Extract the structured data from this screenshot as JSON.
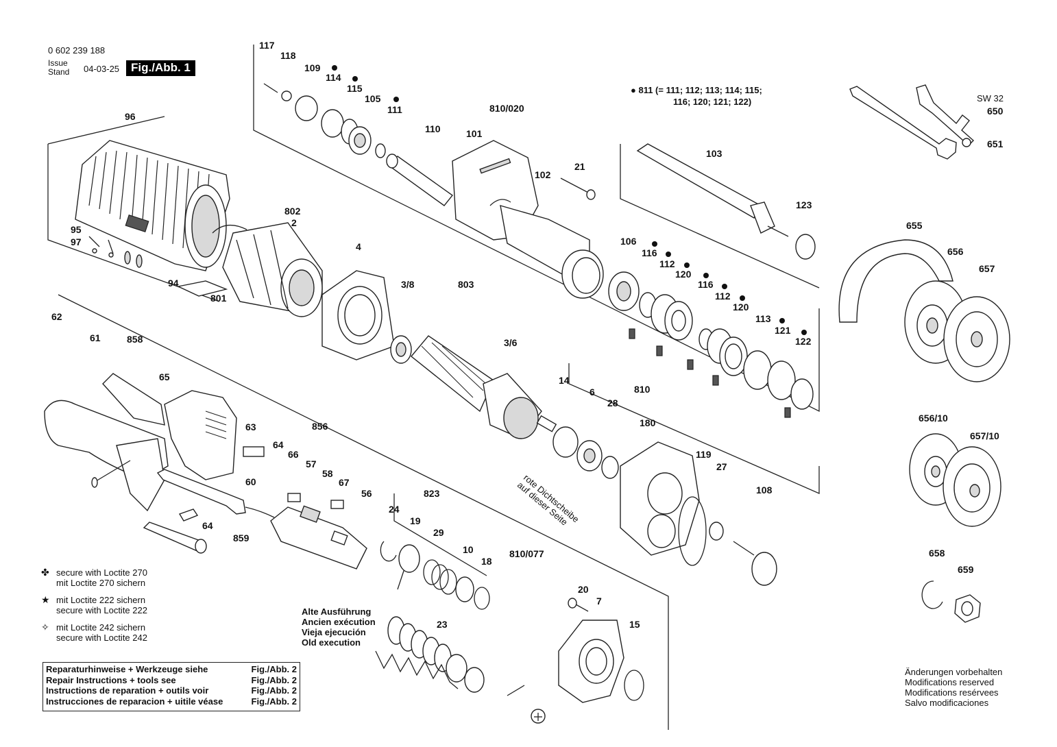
{
  "header": {
    "doc_number": "0 602 239 188",
    "issue_label_1": "Issue",
    "issue_label_2": "Stand",
    "issue_date": "04-03-25",
    "figure_label": "Fig./Abb. 1"
  },
  "kit_note": {
    "line1": "● 811 (= 111; 112; 113; 114; 115;",
    "line2": "116; 120; 121; 122)"
  },
  "legend": [
    {
      "symbol": "✤",
      "icon": "loctite-270-icon",
      "line1": "secure with Loctite 270",
      "line2": "mit Loctite 270 sichern"
    },
    {
      "symbol": "★",
      "icon": "loctite-222-icon",
      "line1": "mit Loctite 222 sichern",
      "line2": "secure with Loctite 222"
    },
    {
      "symbol": "✧",
      "icon": "loctite-242-icon",
      "line1": "mit Loctite 242 sichern",
      "line2": "secure with Loctite 242"
    }
  ],
  "old_execution": [
    "Alte Ausführung",
    "Ancien exécution",
    "Vieja ejecución",
    "Old execution"
  ],
  "seal_note": [
    "rote Dichtscheibe",
    "auf dieser Seite"
  ],
  "reference_box": [
    {
      "text": "Reparaturhinweise + Werkzeuge siehe",
      "ref": "Fig./Abb. 2"
    },
    {
      "text": "Repair Instructions + tools see",
      "ref": "Fig./Abb. 2"
    },
    {
      "text": "Instructions de reparation + outils voir",
      "ref": "Fig./Abb. 2"
    },
    {
      "text": "Instrucciones de reparacion + uitile véase",
      "ref": "Fig./Abb. 2"
    }
  ],
  "modifications": [
    "Änderungen vorbehalten",
    "Modifications reserved",
    "Modifications resérvees",
    "Salvo modificaciones"
  ],
  "part_labels": {
    "p117": "117",
    "p118": "118",
    "p109": "109",
    "p114": "114",
    "p115": "115",
    "p105": "105",
    "p111": "111",
    "p110": "110",
    "p810_020": "810/020",
    "p101": "101",
    "p102": "102",
    "p21": "21",
    "p103": "103",
    "p123": "123",
    "sw32": "SW 32",
    "p650": "650",
    "p651": "651",
    "p96": "96",
    "p802": "802",
    "p2": "2",
    "p95": "95",
    "p97": "97",
    "p94": "94",
    "p801": "801",
    "p4": "4",
    "p3_8": "3/8",
    "p803": "803",
    "p3_6": "3/6",
    "p106": "106",
    "p116a": "116",
    "p112a": "112",
    "p120a": "120",
    "p116b": "116",
    "p112b": "112",
    "p120b": "120",
    "p113": "113",
    "p121": "121",
    "p122": "122",
    "p655": "655",
    "p656": "656",
    "p657": "657",
    "p62": "62",
    "p61": "61",
    "p858": "858",
    "p65": "65",
    "p63": "63",
    "p856": "856",
    "p64a": "64",
    "p66": "66",
    "p57": "57",
    "p58": "58",
    "p67": "67",
    "p56": "56",
    "p60": "60",
    "p64b": "64",
    "p859": "859",
    "p14": "14",
    "p6": "6",
    "p28": "28",
    "p810": "810",
    "p180": "180",
    "p119": "119",
    "p27": "27",
    "p108": "108",
    "p656_10": "656/10",
    "p657_10": "657/10",
    "p823": "823",
    "p24": "24",
    "p19": "19",
    "p29": "29",
    "p10": "10",
    "p18": "18",
    "p810_077": "810/077",
    "p20": "20",
    "p7": "7",
    "p15": "15",
    "p23": "23",
    "p658": "658",
    "p659": "659"
  }
}
